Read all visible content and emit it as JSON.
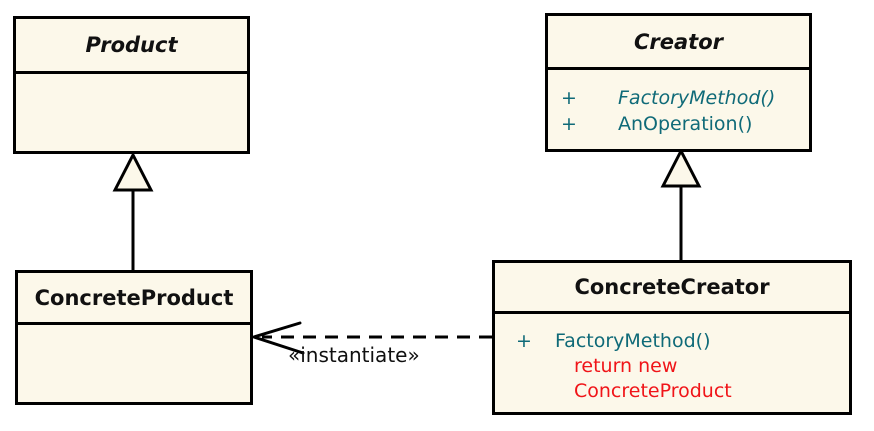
{
  "colors": {
    "box_fill": "#FCF8EA",
    "border": "#000000",
    "title_text": "#111111",
    "method_text": "#0F6A78",
    "note_text": "#F01418",
    "background": "#FFFFFF"
  },
  "classes": {
    "product": {
      "name": "Product",
      "abstract": true,
      "members": []
    },
    "creator": {
      "name": "Creator",
      "abstract": true,
      "members": [
        {
          "visibility": "+",
          "name": "FactoryMethod()",
          "abstract": true
        },
        {
          "visibility": "+",
          "name": "AnOperation()",
          "abstract": false
        }
      ]
    },
    "concrete_product": {
      "name": "ConcreteProduct",
      "abstract": false,
      "members": []
    },
    "concrete_creator": {
      "name": "ConcreteCreator",
      "abstract": false,
      "members": [
        {
          "visibility": "+",
          "name": "FactoryMethod()",
          "abstract": false
        }
      ],
      "notes": [
        "return new",
        "ConcreteProduct"
      ]
    }
  },
  "relationships": {
    "generalizations": [
      {
        "from": "ConcreteProduct",
        "to": "Product"
      },
      {
        "from": "ConcreteCreator",
        "to": "Creator"
      }
    ],
    "dependency": {
      "from": "ConcreteCreator",
      "to": "ConcreteProduct",
      "label": "«instantiate»"
    }
  }
}
